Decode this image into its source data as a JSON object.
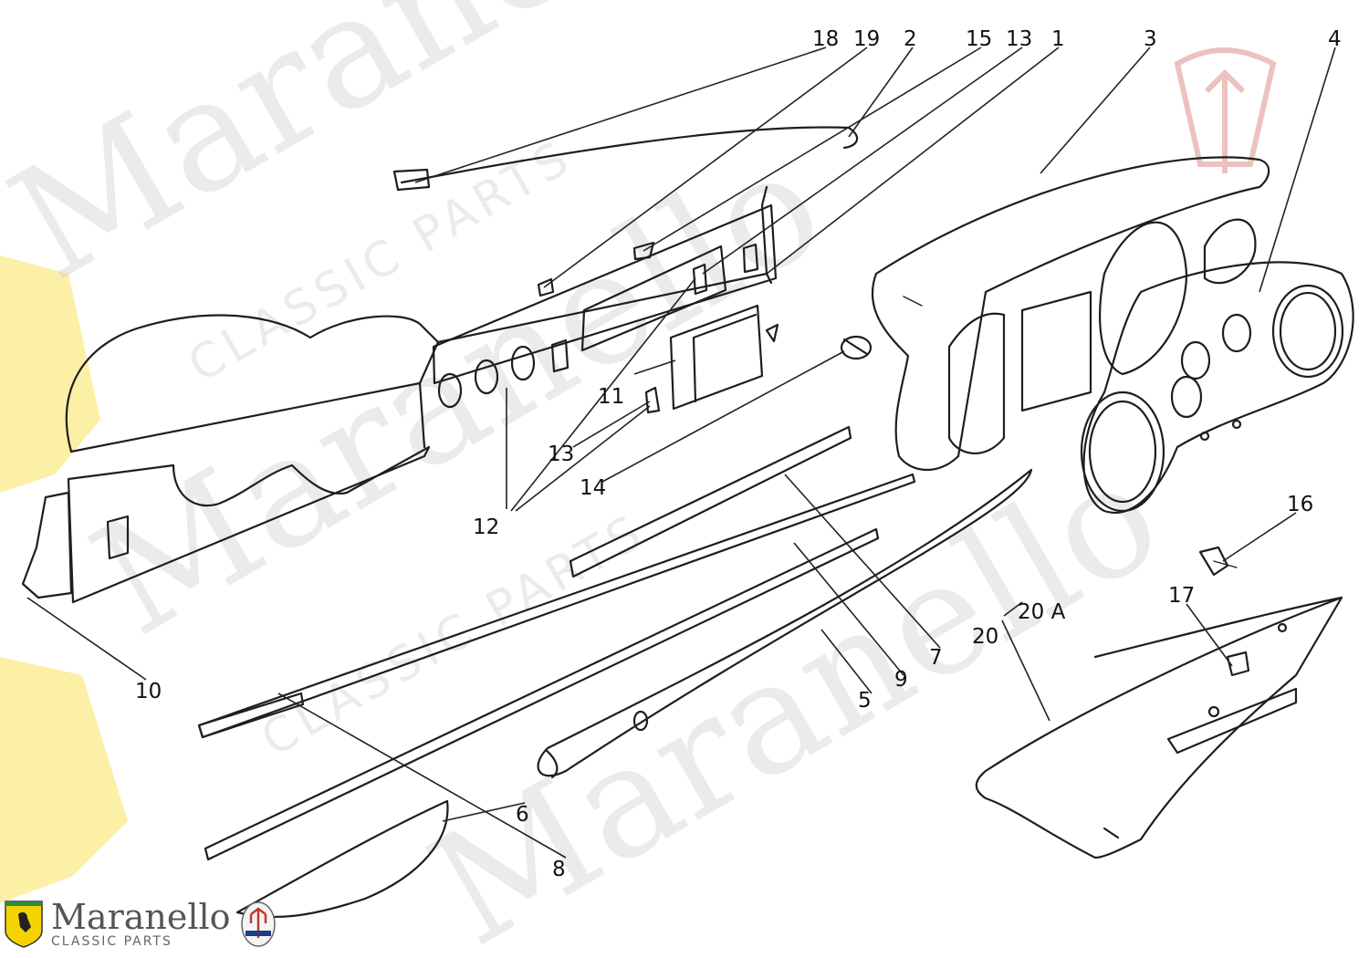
{
  "watermark": {
    "brand": "Maranello",
    "sub": "CLASSIC PARTS"
  },
  "logo": {
    "name": "Maranello",
    "sub": "CLASSIC PARTS"
  },
  "callouts": {
    "c1": "1",
    "c2": "2",
    "c3": "3",
    "c4": "4",
    "c5": "5",
    "c6": "6",
    "c7": "7",
    "c8": "8",
    "c9": "9",
    "c10": "10",
    "c11": "11",
    "c12": "12",
    "c13a": "13",
    "c13b": "13",
    "c14": "14",
    "c15": "15",
    "c16": "16",
    "c17": "17",
    "c18": "18",
    "c19": "19",
    "c20": "20",
    "c20a": "20 A"
  },
  "colors": {
    "line": "#1e1e1e",
    "watermark": "#c8c8c8",
    "ferrari_yellow": "#f5d300",
    "maserati_red": "#c0392b"
  }
}
